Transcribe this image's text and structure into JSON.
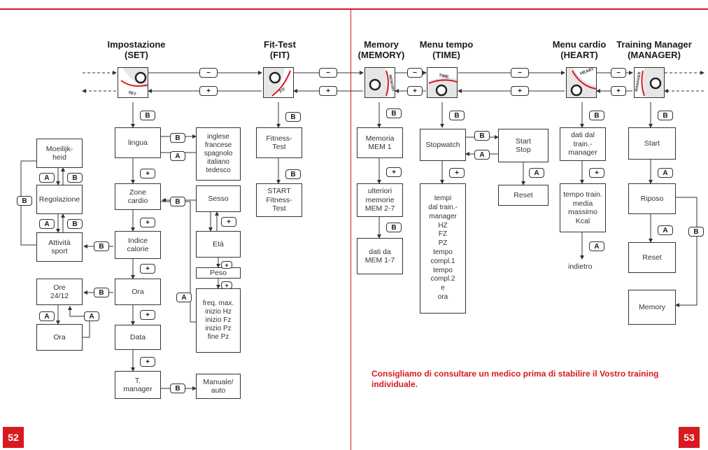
{
  "headers": {
    "set": "Impostazione\n(SET)",
    "fit": "Fit-Test\n(FIT)",
    "memory": "Memory\n(MEMORY)",
    "time": "Menu tempo\n(TIME)",
    "heart": "Menu cardio\n(HEART)",
    "manager": "Training Manager\n(MANAGER)"
  },
  "device_labels": {
    "set": "SET",
    "fit": "FIT",
    "memory": "MEMORY",
    "time": "TIME",
    "heart": "HEART",
    "manager": "MANAGER"
  },
  "keys": {
    "b": "B",
    "a": "A",
    "plus": "+",
    "minus": "−"
  },
  "set_column": {
    "lingua": "lingua",
    "languages": "inglese\nfrancese\nspagnolo\nitaliano\ntedesco",
    "moeilijkheid": "Moeilijk-\nheid",
    "regolazione": "Regolazione",
    "attivita": "Attività\nsport",
    "zone": "Zone\ncardio",
    "indice": "Indice\ncalorie",
    "ora": "Ora",
    "ore": "Ore\n24/12",
    "ora2": "Ora",
    "data": "Data",
    "tmanager": "T.\nmanager",
    "manuale": "Manuale/\nauto",
    "sesso": "Sesso",
    "eta": "Età",
    "peso": "Peso",
    "freq": "freq. max.\ninizio Hz\ninizio Fz\ninizio Pz\nfine Pz"
  },
  "fit_column": {
    "fitness": "Fitness-\nTest",
    "start": "START\nFitness-\nTest"
  },
  "memory_column": {
    "mem1": "Memoria\nMEM 1",
    "mem27": "ulteriori\nmemorie\nMEM 2-7",
    "dati": "dati da\nMEM 1-7"
  },
  "time_column": {
    "stopwatch": "Stopwatch",
    "startstop": "Start\nStop",
    "reset": "Reset",
    "tempi": "tempi\ndal train.-\nmanager\nHZ\nFZ\nPZ\ntempo\ncompl.1\ntempo\ncompl.2\ne\nora"
  },
  "heart_column": {
    "dati": "dati dal\ntrain.-\nmanager",
    "tempo": "tempo train.\nmedia\nmassimo\nKcal",
    "indietro": "indietro"
  },
  "manager_column": {
    "start": "Start",
    "riposo": "Riposo",
    "reset": "Reset",
    "memory": "Memory"
  },
  "note": "Consigliamo di consultare un medico prima di stabilire il Vostro training individuale.",
  "page_numbers": {
    "left": "52",
    "right": "53"
  },
  "colors": {
    "accent": "#d71920"
  }
}
